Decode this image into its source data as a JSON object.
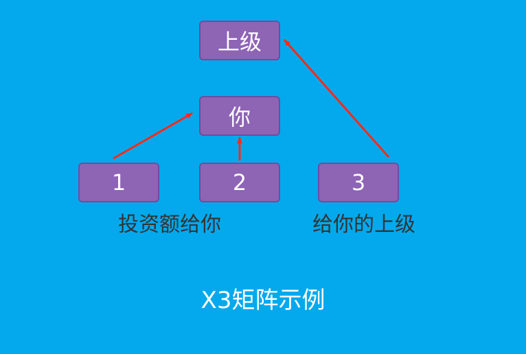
{
  "nodes": {
    "upline": "上级",
    "you": "你",
    "one": "1",
    "two": "2",
    "three": "3"
  },
  "captions": {
    "left": "投资额给你",
    "right": "给你的上级"
  },
  "title": "X3矩阵示例",
  "colors": {
    "background": "#03A9EC",
    "node_fill": "#8E64B5",
    "arrow": "#FF2A1A"
  }
}
